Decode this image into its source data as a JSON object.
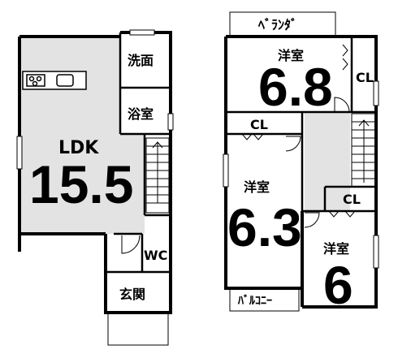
{
  "floor1": {
    "ldk_label": "LDK",
    "ldk_size": "15.5",
    "washroom": "洗面",
    "bath": "浴室",
    "wc": "WC",
    "entrance": "玄関"
  },
  "floor2": {
    "veranda": "ﾍﾞﾗﾝﾀﾞ",
    "room_top_label": "洋室",
    "room_top_size": "6.8",
    "closet_top": "CL",
    "closet_mid": "CL",
    "room_left_label": "洋室",
    "room_left_size": "6.3",
    "closet_right": "CL",
    "room_right_label": "洋室",
    "room_right_size": "6",
    "balcony": "ﾊﾞﾙｺﾆｰ"
  },
  "colors": {
    "wall": "#000000",
    "floor_gray": "#e3e3e3",
    "room_white": "#ffffff"
  }
}
